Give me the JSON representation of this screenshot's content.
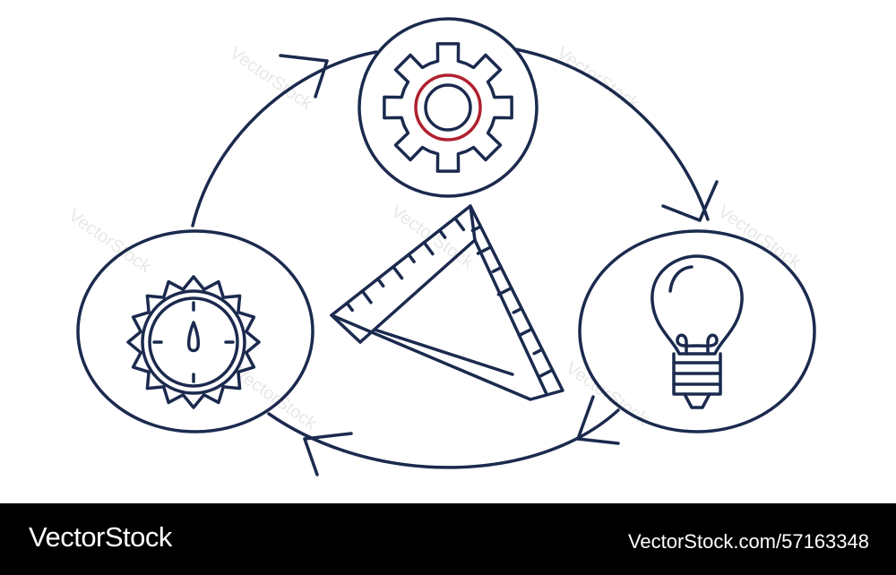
{
  "diagram": {
    "nodes": [
      {
        "id": "gear",
        "icon": "gear-icon"
      },
      {
        "id": "bulb",
        "icon": "lightbulb-icon"
      },
      {
        "id": "compass",
        "icon": "compass-icon"
      }
    ],
    "center_icon": "triangle-ruler-icon",
    "flow": "clockwise cycle: gear → bulb → compass → gear"
  },
  "colors": {
    "line": "#1b2a4e",
    "accent": "#b0202e",
    "background": "#ffffff",
    "footer": "#000000"
  },
  "watermark": "VectorStock",
  "footer": {
    "brand": "VectorStock",
    "image_id": "VectorStock.com/57163348"
  }
}
